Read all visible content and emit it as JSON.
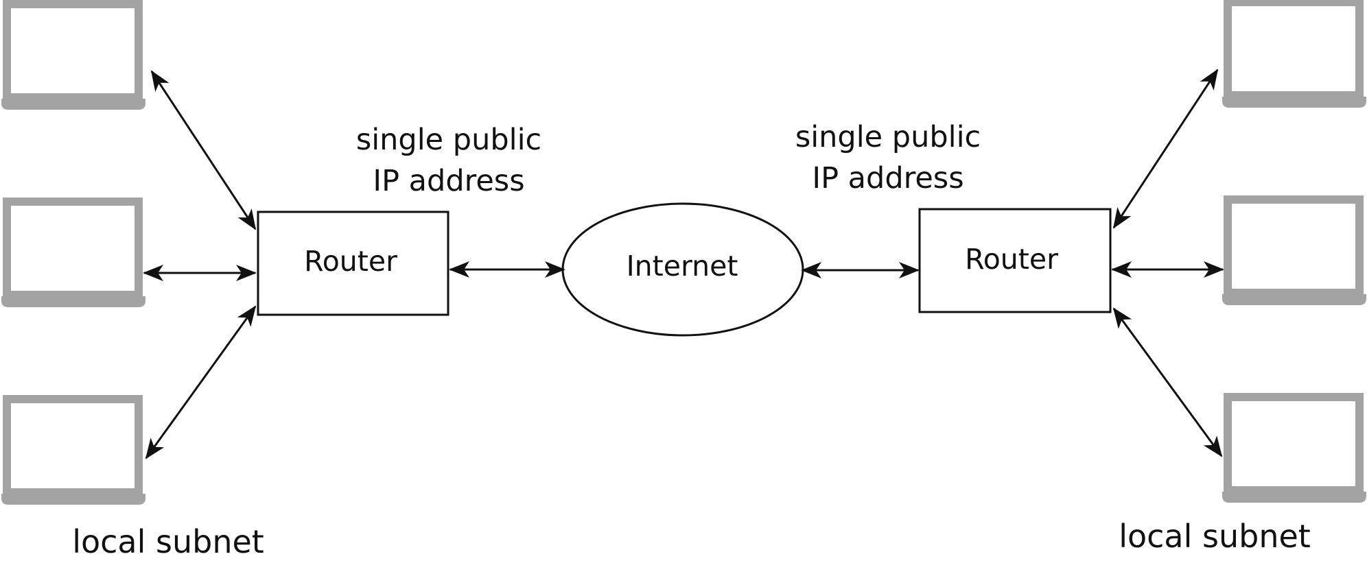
{
  "colors": {
    "laptop": "#a3a3a3",
    "line": "#111111",
    "background": "#ffffff"
  },
  "icons": {
    "computer": "laptop-icon"
  },
  "nodes": {
    "left_router": "Router",
    "right_router": "Router",
    "internet": "Internet"
  },
  "annotations": {
    "left_ip": [
      "single public",
      "IP address"
    ],
    "right_ip": [
      "single public",
      "IP address"
    ],
    "left_subnet": "local subnet",
    "right_subnet": "local subnet"
  }
}
